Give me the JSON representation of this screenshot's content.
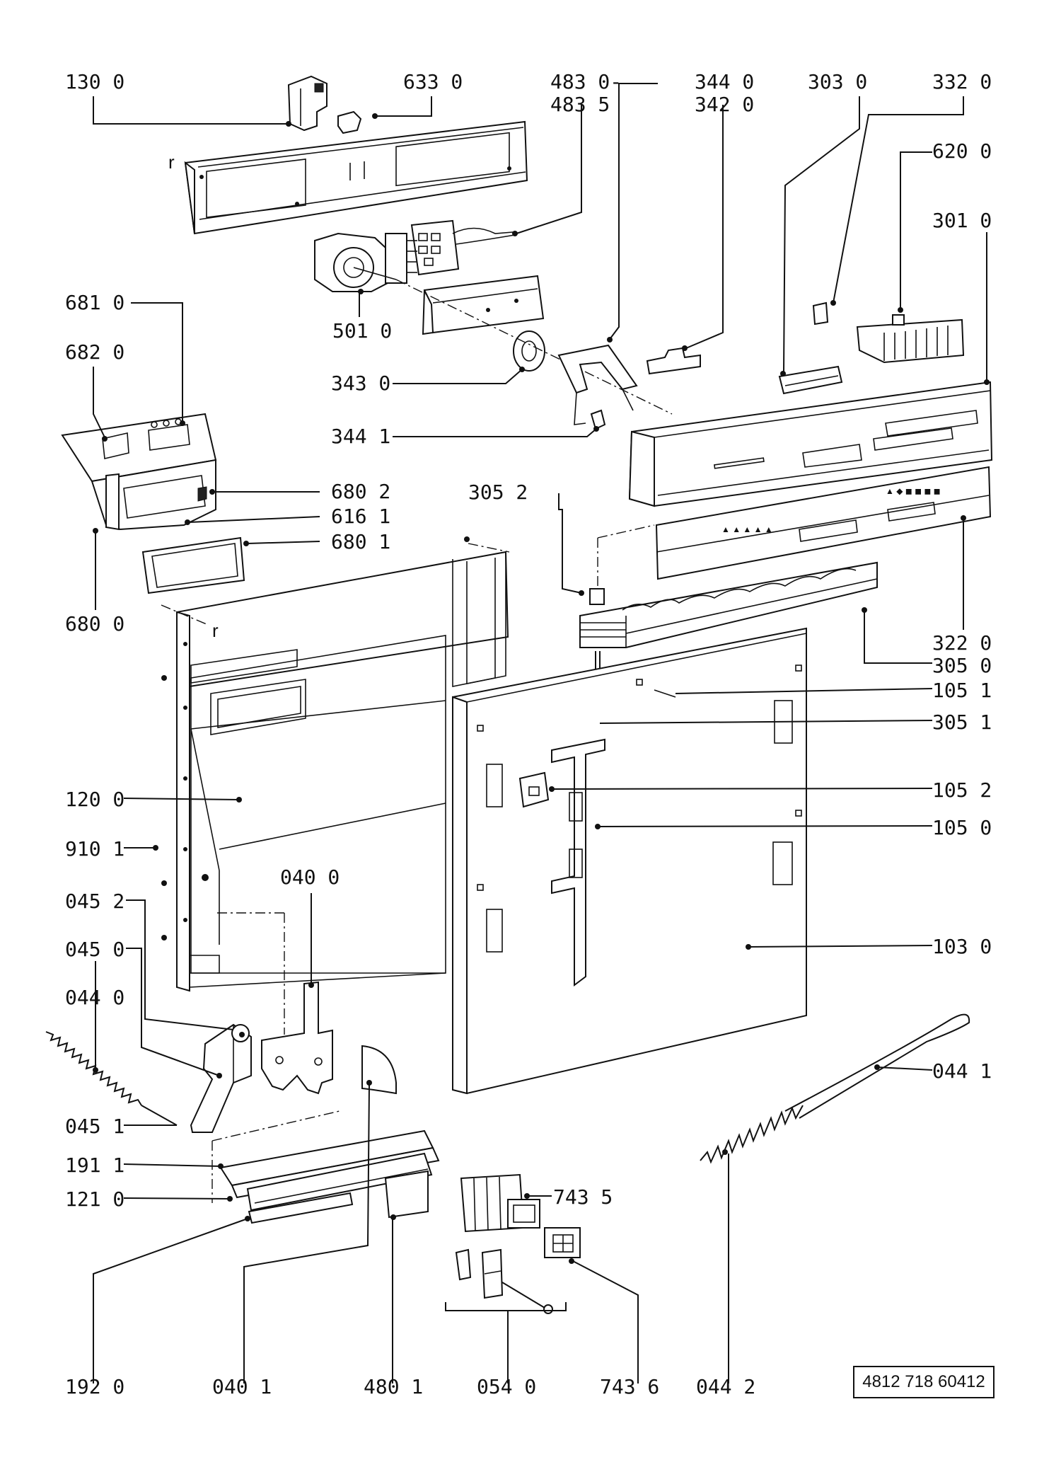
{
  "document_number": "4812 718 60412",
  "labels": {
    "l1300": "130 0",
    "l6330": "633 0",
    "l4830": "483 0-",
    "l4835": "483 5",
    "l3440": "344 0",
    "l3420": "342 0",
    "l3030": "303 0",
    "l3320": "332 0",
    "l6200": "620 0",
    "l3010": "301 0",
    "l6810": "681 0",
    "l6820": "682 0",
    "l5010": "501 0",
    "l3430": "343 0",
    "l3441": "344 1",
    "l6802": "680 2",
    "l6161": "616 1",
    "l6801": "680 1",
    "l6800": "680 0",
    "l3052": "305 2",
    "l3220": "322 0",
    "l3050": "305 0",
    "l1051": "105 1",
    "l3051": "305 1",
    "l1052": "105 2",
    "l1050": "105 0",
    "l1200": "120 0",
    "l9101": "910 1",
    "l0400": "040 0",
    "l0452": "045 2",
    "l0450": "045 0",
    "l0440": "044 0",
    "l1030": "103 0",
    "l0441": "044 1",
    "l0451": "045 1",
    "l1911": "191 1",
    "l1210": "121 0",
    "l7435": "743 5",
    "l1920": "192 0",
    "l0401": "040 1",
    "l4801": "480 1",
    "l0540": "054 0",
    "l7436": "743 6",
    "l0442": "044 2"
  },
  "parts": {
    "r_left": "r",
    "r_right": "r"
  }
}
